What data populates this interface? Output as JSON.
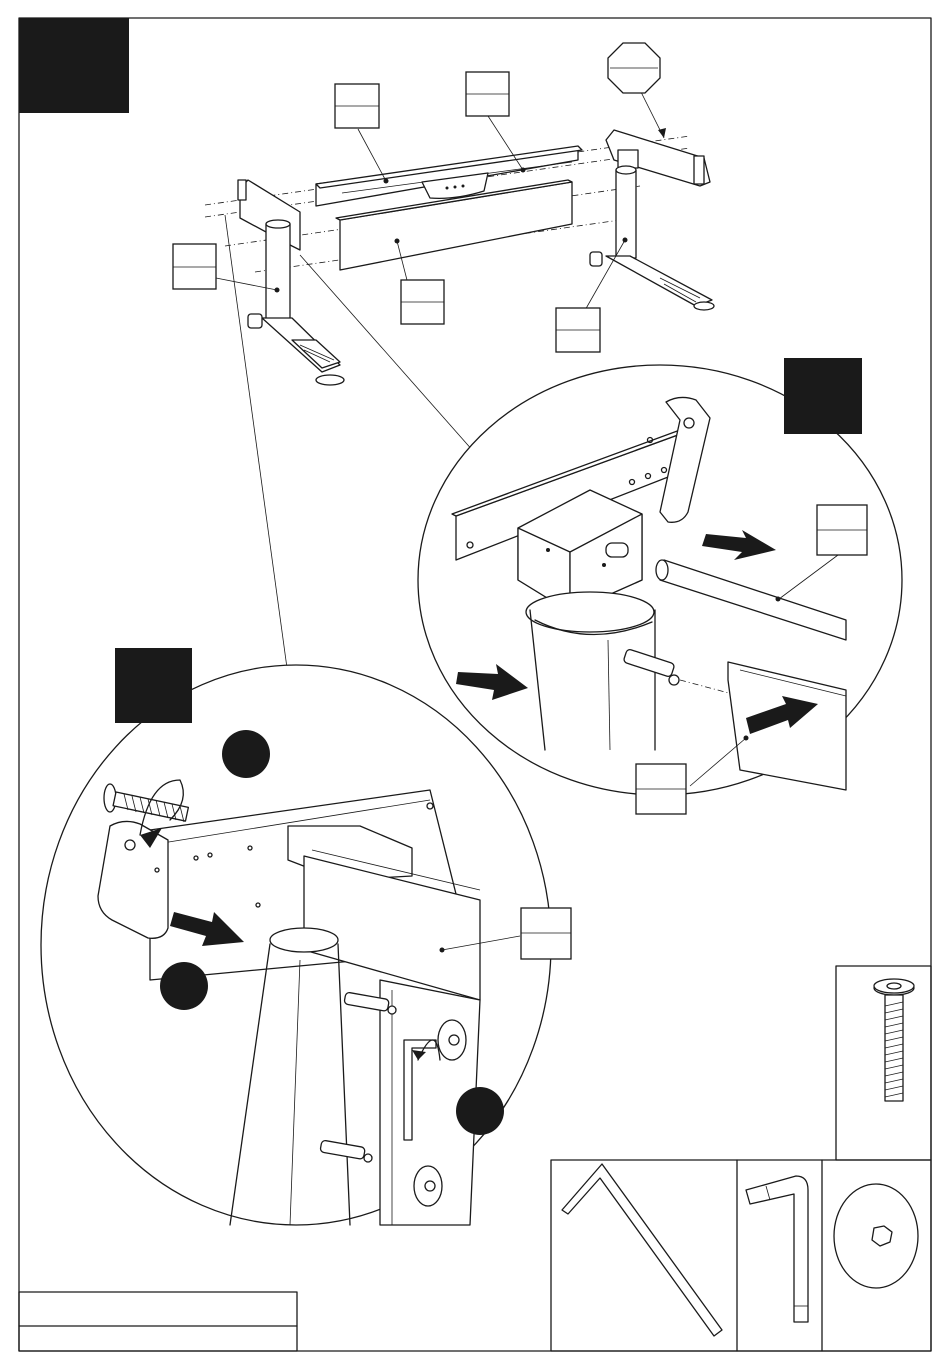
{
  "step_number": "",
  "detail_a_number": "",
  "detail_b_number": "",
  "callouts": {
    "beam_top": {
      "top": "",
      "bottom": ""
    },
    "beam_center": {
      "top": "",
      "bottom": ""
    },
    "hex_part": "",
    "leg_left": {
      "top": "",
      "bottom": ""
    },
    "panel_front": {
      "top": "",
      "bottom": ""
    },
    "leg_right": {
      "top": "",
      "bottom": ""
    },
    "rod": {
      "top": "",
      "bottom": ""
    },
    "panel_side": {
      "top": "",
      "bottom": ""
    },
    "panel_detail": {
      "top": "",
      "bottom": ""
    }
  },
  "sequence_markers": [
    "",
    "",
    ""
  ],
  "title_block": {
    "line1": "",
    "line2": ""
  },
  "tools": {
    "bolt": "bolt-screw",
    "long_key": "long-hex-key",
    "short_key": "short-hex-key",
    "cam": "cam-lock"
  }
}
